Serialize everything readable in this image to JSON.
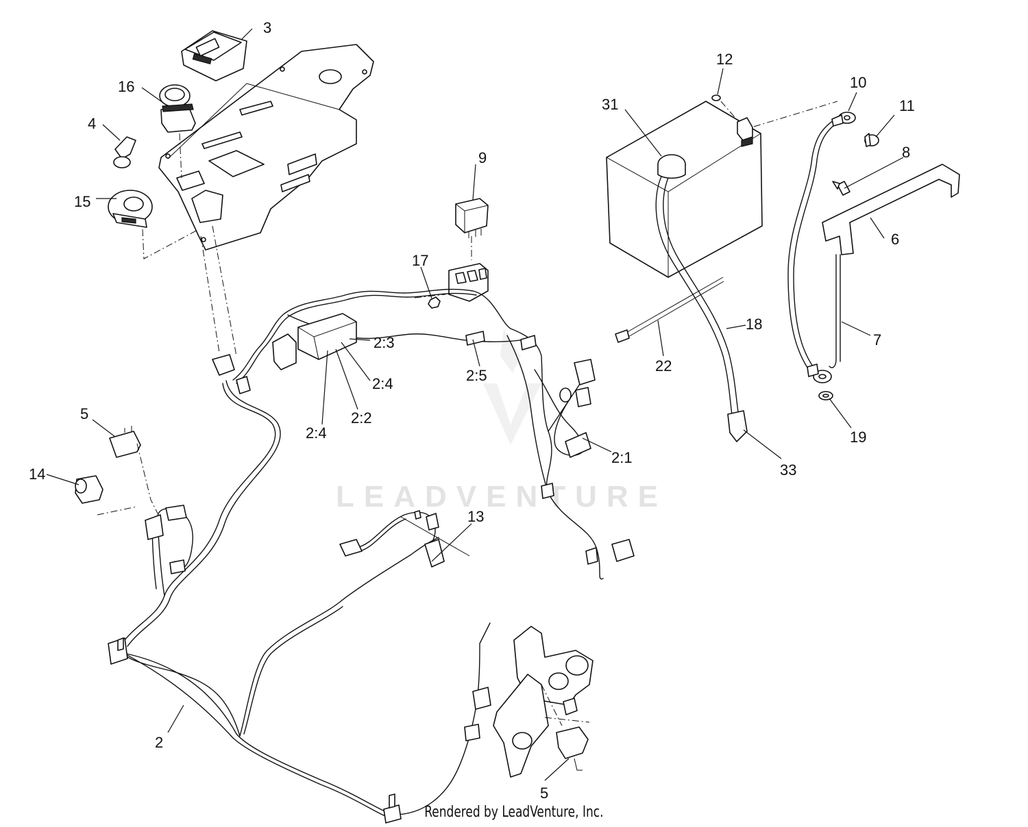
{
  "diagram": {
    "watermark": "LEADVENTURE",
    "credit": "Rendered by LeadVenture, Inc.",
    "callouts": {
      "c3": "3",
      "c16": "16",
      "c4": "4",
      "c15": "15",
      "c9": "9",
      "c17": "17",
      "c23": "2:3",
      "c24a": "2:4",
      "c22": "2:2",
      "c24b": "2:4",
      "c25": "2:5",
      "c21": "2:1",
      "c5a": "5",
      "c14": "14",
      "c13": "13",
      "c2": "2",
      "c5b": "5",
      "c12": "12",
      "c31": "31",
      "c10": "10",
      "c11": "11",
      "c8": "8",
      "c6": "6",
      "c7": "7",
      "c18": "18",
      "c22b": "22",
      "c19": "19",
      "c33": "33"
    }
  }
}
